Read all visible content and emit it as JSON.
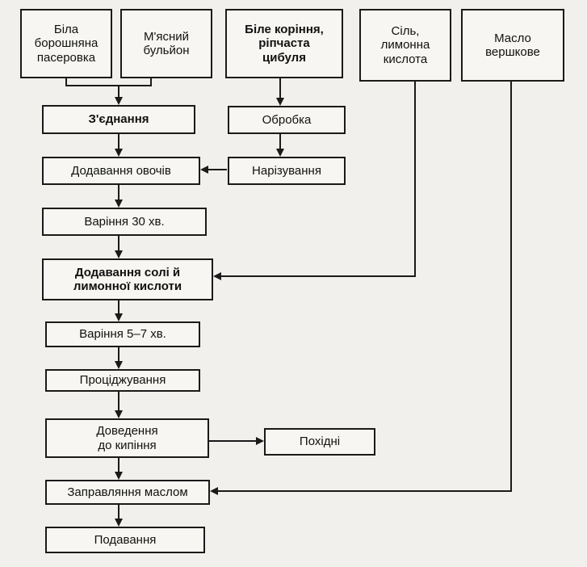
{
  "inputs": {
    "white_roux": "Біла\nборошняна\nпасеровка",
    "meat_broth": "М'ясний\nбульйон",
    "white_roots": "Біле коріння,\nріпчаста\nцибуля",
    "salt_acid": "Сіль,\nлимонна\nкислота",
    "butter": "Масло\nвершкове"
  },
  "steps": {
    "combining": "З'єднання",
    "processing": "Обробка",
    "adding_veg": "Додавання овочів",
    "cutting": "Нарізування",
    "boil30": "Варіння 30 хв.",
    "add_salt": "Додавання солі й\nлимонної кислоти",
    "boil57": "Варіння 5–7 хв.",
    "straining": "Проціджування",
    "bring_boil": "Доведення\nдо кипіння",
    "derivatives": "Похідні",
    "dress_butter": "Заправляння маслом",
    "serving": "Подавання"
  }
}
